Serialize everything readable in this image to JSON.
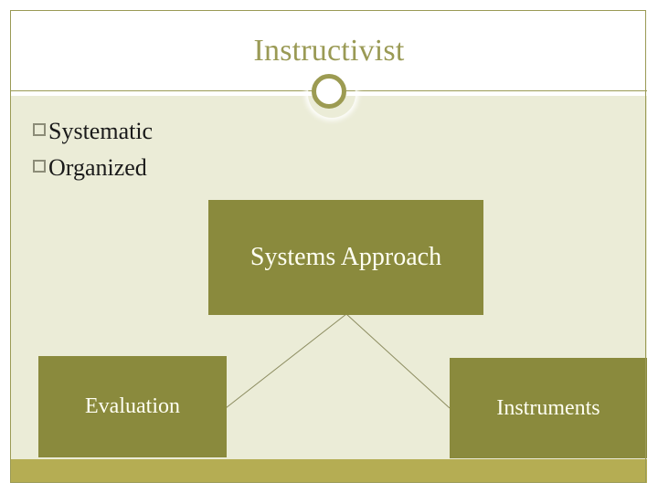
{
  "slide": {
    "title": "Instructivist",
    "theme": {
      "accent": "#9A9A55",
      "box_fill": "#8A8A3D",
      "box_text": "#FFFFF2",
      "body_background": "#EBECD7",
      "header_background": "#FFFFFF",
      "bottom_bar": "#B5AD53",
      "body_text": "#1A1A1A"
    },
    "decorations": {
      "ring_icon": "circle-ring-ornament",
      "divider": "horizontal-rule"
    },
    "bullets": [
      {
        "glyph": "empty-square-bullet",
        "text": "Systematic"
      },
      {
        "glyph": "empty-square-bullet",
        "text": "Organized"
      }
    ],
    "diagram": {
      "type": "hierarchy",
      "root": {
        "label": "Systems Approach"
      },
      "children": [
        {
          "label": "Evaluation"
        },
        {
          "label": "Instruments"
        }
      ],
      "connectors": [
        {
          "from": "Systems Approach",
          "to": "Evaluation"
        },
        {
          "from": "Systems Approach",
          "to": "Instruments"
        }
      ]
    }
  }
}
